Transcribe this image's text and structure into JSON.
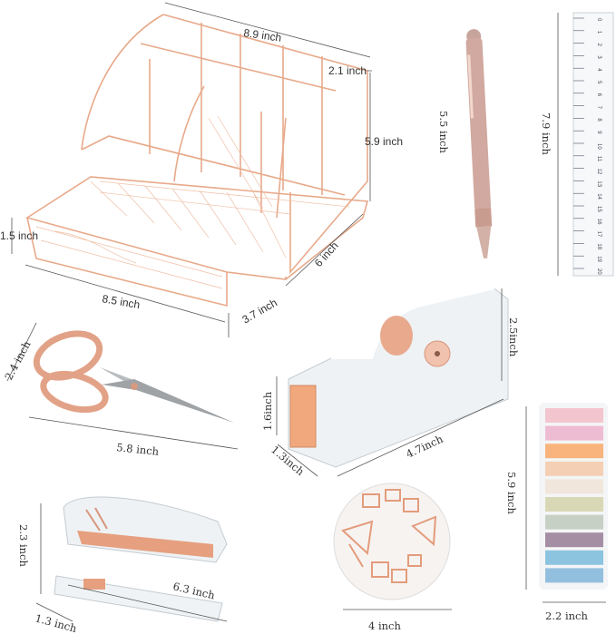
{
  "organizer": {
    "width_label": "8.9 inch",
    "depth_top_label": "2.1 inch",
    "height_label": "5.9 inch",
    "drawer_height_label": "1.5 inch",
    "front_width_label": "8.5 inch",
    "drawer_depth_label": "3.7 inch",
    "side_depth_label": "6 inch"
  },
  "pen": {
    "length_label": "5.5 inch"
  },
  "ruler": {
    "length_label": "7.9 inch",
    "ticks": [
      "0",
      "1",
      "2",
      "3",
      "4",
      "5",
      "6",
      "7",
      "8",
      "9",
      "10",
      "11",
      "12",
      "13",
      "14",
      "15",
      "16",
      "17",
      "18",
      "19",
      "20"
    ]
  },
  "scissors": {
    "height_label": "2.4 inch",
    "length_label": "5.8 inch"
  },
  "tape_dispenser": {
    "height_label": "2.5inch",
    "front_height_label": "1.6inch",
    "depth_label": "1.3inch",
    "length_label": "4.7inch"
  },
  "sticky_tabs": {
    "height_label": "5.9 inch",
    "width_label": "2.2 inch",
    "colors": [
      "#f3c6cf",
      "#eebcd2",
      "#f8b47c",
      "#f5cfb4",
      "#f1e6dc",
      "#d9d8b6",
      "#c6d0c4",
      "#a48ea4",
      "#8cc4e0",
      "#93bfdf"
    ]
  },
  "clips": {
    "diameter_label": "4 inch"
  },
  "stapler": {
    "height_label": "2.3 inch",
    "length_label": "6.3 inch",
    "width_label": "1.3 inch"
  },
  "colors": {
    "rose_gold": "#e8a98a",
    "acrylic": "#e9eef2"
  }
}
